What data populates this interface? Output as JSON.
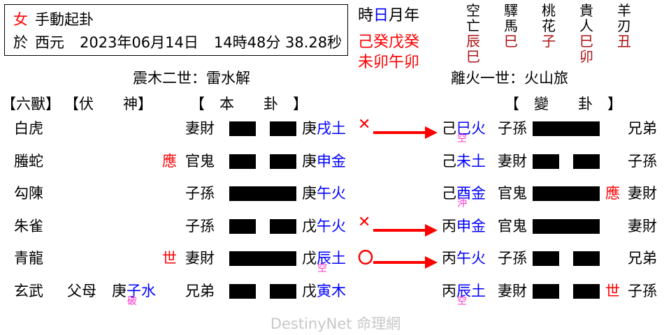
{
  "info": {
    "gender": "女",
    "method": "手動起卦",
    "prefix": "於",
    "era": "西元",
    "date": "2023年06月14日",
    "time": "14時48分 38.28秒"
  },
  "ganzhi": {
    "head_1": "時",
    "head_2": "日",
    "head_3": "月",
    "head_4": "年",
    "stems": "己癸戊癸",
    "branches": "未卯午卯"
  },
  "shensha": [
    {
      "name_top": "空",
      "name_bottom": "亡",
      "val_top": "辰",
      "val_bottom": "巳"
    },
    {
      "name_top": "驛",
      "name_bottom": "馬",
      "val_top": "巳",
      "val_bottom": ""
    },
    {
      "name_top": "桃",
      "name_bottom": "花",
      "val_top": "子",
      "val_bottom": ""
    },
    {
      "name_top": "貴",
      "name_bottom": "人",
      "val_top": "巳",
      "val_bottom": "卯"
    },
    {
      "name_top": "羊",
      "name_bottom": "刃",
      "val_top": "丑",
      "val_bottom": ""
    }
  ],
  "gua": {
    "left_title": "震木二世：雷水解",
    "right_title": "離火一世：火山旅"
  },
  "headers": {
    "liushou": "【六獸】",
    "fushen": "【伏　　神】",
    "benggua": "【　本　　卦　】",
    "biangua": "【　變　　卦　】"
  },
  "rows": [
    {
      "beast": "白虎",
      "fu_god": "",
      "fu_stem": "",
      "fu_branch": "",
      "fu_annot": "",
      "shiying_left": "",
      "god_left": "妻財",
      "line_left": "yin",
      "stem_left": "庚",
      "branch_left": "戌土",
      "annot_left": "",
      "mark": "✕",
      "has_arrow": true,
      "stem_right": "己",
      "branch_right": "巳火",
      "annot_right": "空",
      "god_right": "子孫",
      "line_right": "yang",
      "shiying_right": "",
      "god_right2": "兄弟"
    },
    {
      "beast": "螣蛇",
      "fu_god": "",
      "fu_stem": "",
      "fu_branch": "",
      "fu_annot": "",
      "shiying_left": "應",
      "god_left": "官鬼",
      "line_left": "yin",
      "stem_left": "庚",
      "branch_left": "申金",
      "annot_left": "",
      "mark": "",
      "has_arrow": false,
      "stem_right": "己",
      "branch_right": "未土",
      "annot_right": "",
      "god_right": "妻財",
      "line_right": "yin",
      "shiying_right": "",
      "god_right2": "子孫"
    },
    {
      "beast": "勾陳",
      "fu_god": "",
      "fu_stem": "",
      "fu_branch": "",
      "fu_annot": "",
      "shiying_left": "",
      "god_left": "子孫",
      "line_left": "yang",
      "stem_left": "庚",
      "branch_left": "午火",
      "annot_left": "",
      "mark": "",
      "has_arrow": false,
      "stem_right": "己",
      "branch_right": "酉金",
      "annot_right": "沖",
      "god_right": "官鬼",
      "line_right": "yang",
      "shiying_right": "應",
      "god_right2": "妻財"
    },
    {
      "beast": "朱雀",
      "fu_god": "",
      "fu_stem": "",
      "fu_branch": "",
      "fu_annot": "",
      "shiying_left": "",
      "god_left": "子孫",
      "line_left": "yin",
      "stem_left": "戊",
      "branch_left": "午火",
      "annot_left": "",
      "mark": "✕",
      "has_arrow": true,
      "stem_right": "丙",
      "branch_right": "申金",
      "annot_right": "",
      "god_right": "官鬼",
      "line_right": "yang",
      "shiying_right": "",
      "god_right2": "妻財"
    },
    {
      "beast": "青龍",
      "fu_god": "",
      "fu_stem": "",
      "fu_branch": "",
      "fu_annot": "",
      "shiying_left": "世",
      "god_left": "妻財",
      "line_left": "yang",
      "stem_left": "戊",
      "branch_left": "辰土",
      "annot_left": "空",
      "mark": "〇",
      "has_arrow": true,
      "stem_right": "丙",
      "branch_right": "午火",
      "annot_right": "",
      "god_right": "子孫",
      "line_right": "yin",
      "shiying_right": "",
      "god_right2": "兄弟"
    },
    {
      "beast": "玄武",
      "fu_god": "父母",
      "fu_stem": "庚",
      "fu_branch": "子水",
      "fu_annot": "破",
      "shiying_left": "",
      "god_left": "兄弟",
      "line_left": "yin",
      "stem_left": "戊",
      "branch_left": "寅木",
      "annot_left": "",
      "mark": "",
      "has_arrow": false,
      "stem_right": "丙",
      "branch_right": "辰土",
      "annot_right": "空",
      "god_right": "妻財",
      "line_right": "yin",
      "shiying_right": "世",
      "god_right2": "子孫"
    }
  ],
  "watermark": "DestinyNet 命理網"
}
